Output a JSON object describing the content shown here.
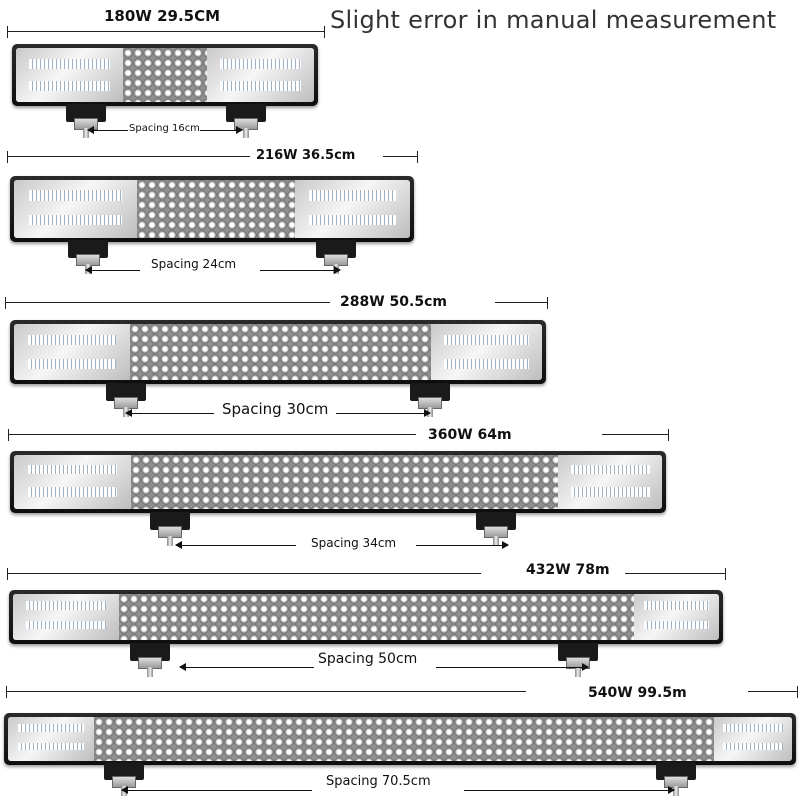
{
  "title": "Slight error in manual measurement",
  "products": [
    {
      "spec": "180W  29.5CM",
      "spacing": "Spacing 16cm"
    },
    {
      "spec": "216W   36.5cm",
      "spacing": "Spacing 24cm"
    },
    {
      "spec": "288W  50.5cm",
      "spacing": "Spacing 30cm"
    },
    {
      "spec": "360W  64m",
      "spacing": "Spacing 34cm"
    },
    {
      "spec": "432W  78m",
      "spacing": "Spacing 50cm"
    },
    {
      "spec": "540W  99.5m",
      "spacing": "Spacing 70.5cm"
    }
  ]
}
